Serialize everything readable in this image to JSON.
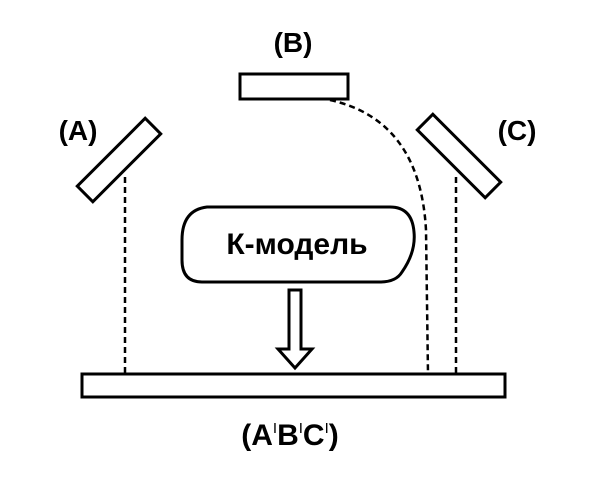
{
  "labels": {
    "a": "(A)",
    "b": "(B)",
    "c": "(C)",
    "model": "К-модель",
    "bottom_open": "(A",
    "bottom_prime_1": "I",
    "bottom_b": "B",
    "bottom_prime_2": "I",
    "bottom_c": "C",
    "bottom_prime_3": "I",
    "bottom_close": ")"
  },
  "colors": {
    "stroke": "#000000",
    "background": "#ffffff"
  }
}
